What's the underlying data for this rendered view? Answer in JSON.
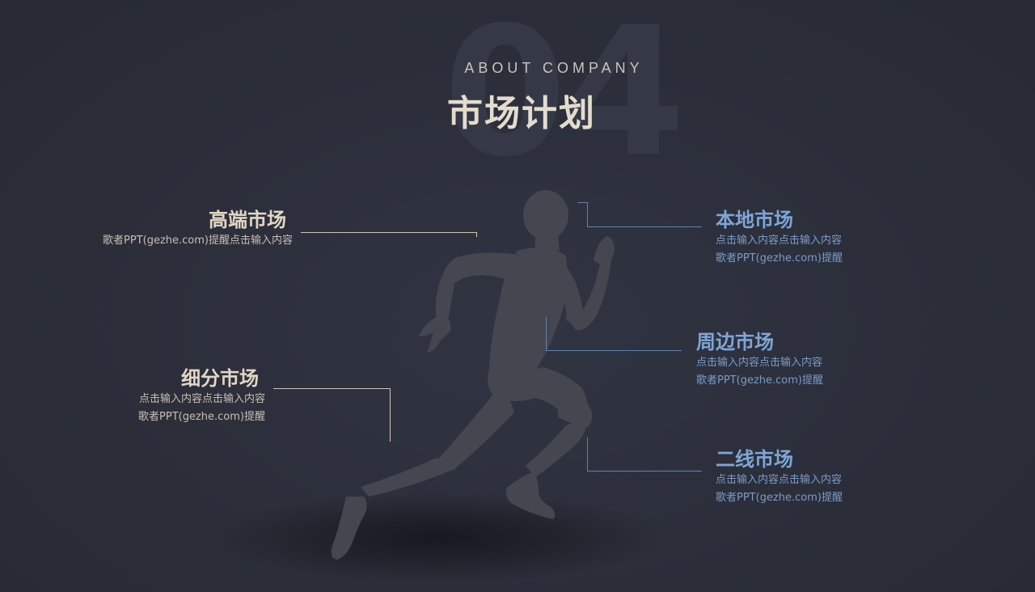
{
  "header": {
    "bg_number": "04",
    "subtitle": "ABOUT COMPANY",
    "title": "市场计划"
  },
  "items": [
    {
      "title": "高端市场",
      "desc": "歌者PPT(gezhe.com)提醒点击输入内容"
    },
    {
      "title": "细分市场",
      "desc_line1": "点击输入内容点击输入内容",
      "desc_line2": "歌者PPT(gezhe.com)提醒"
    },
    {
      "title": "本地市场",
      "desc_line1": "点击输入内容点击输入内容",
      "desc_line2": "歌者PPT(gezhe.com)提醒"
    },
    {
      "title": "周边市场",
      "desc_line1": "点击输入内容点击输入内容",
      "desc_line2": "歌者PPT(gezhe.com)提醒"
    },
    {
      "title": "二线市场",
      "desc_line1": "点击输入内容点击输入内容",
      "desc_line2": "歌者PPT(gezhe.com)提醒"
    }
  ],
  "colors": {
    "background": "#2c2f3a",
    "warm_text": "#e2d6c6",
    "accent_blue": "#7fa6d8",
    "runner": "#45464f"
  },
  "icons": {
    "runner": "running-man-silhouette"
  }
}
